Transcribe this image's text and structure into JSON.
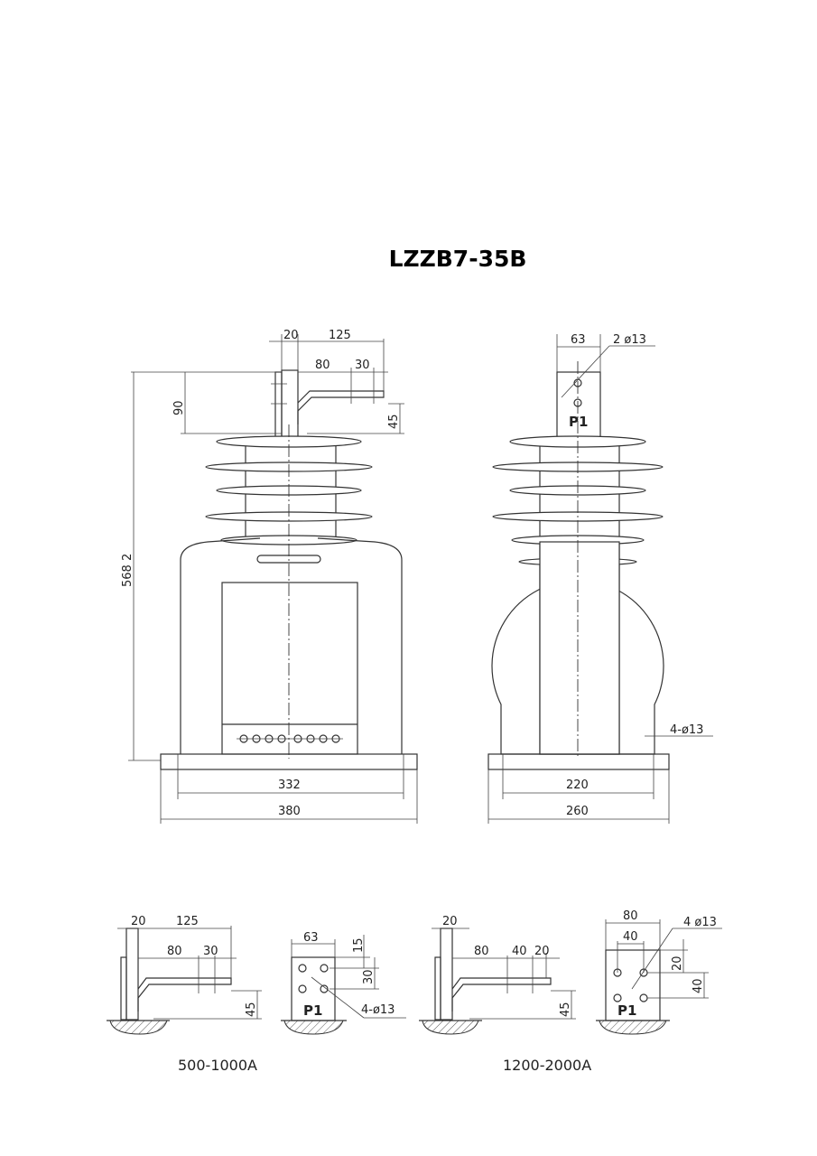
{
  "title": "LZZB7-35B",
  "front_view": {
    "dim_terminal_width": "20",
    "dim_terminal_length": "125",
    "dim_offset": "80",
    "dim_hole_spacing": "30",
    "dim_height_top": "90",
    "dim_bar_height": "45",
    "dim_total_height": "568 2",
    "dim_mount_spacing": "332",
    "dim_base_length": "380"
  },
  "side_view": {
    "dim_terminal_width": "63",
    "hole_callout": "2  ø13",
    "terminal_label": "P1",
    "mount_hole_callout": "4-ø13",
    "dim_mount_spacing": "220",
    "dim_base_width": "260"
  },
  "detail_500_1000": {
    "caption": "500-1000A",
    "dim_width": "20",
    "dim_length": "125",
    "dim_offset": "80",
    "dim_hole_spacing": "30",
    "dim_height": "45",
    "dim_plate_width": "63",
    "dim_top": "15",
    "dim_vertical": "30",
    "hole_callout": "4-ø13",
    "terminal_label": "P1"
  },
  "detail_1200_2000": {
    "caption": "1200-2000A",
    "dim_width": "20",
    "dim_offset": "80",
    "dim_spacing_1": "40",
    "dim_spacing_2": "20",
    "dim_height": "45",
    "dim_plate_width": "80",
    "dim_hole_h": "40",
    "dim_top": "20",
    "dim_vertical": "40",
    "hole_callout": "4  ø13",
    "terminal_label": "P1"
  }
}
